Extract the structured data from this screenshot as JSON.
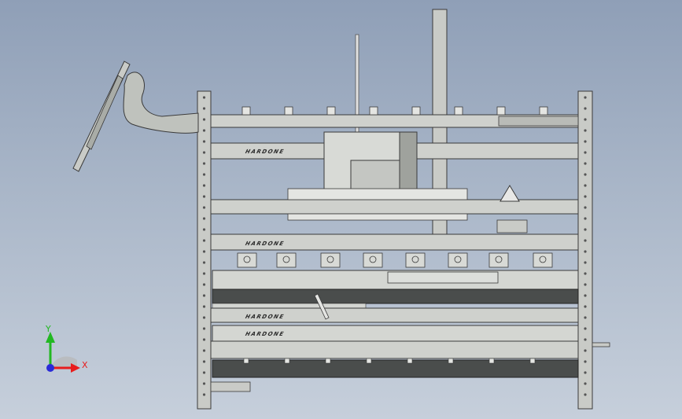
{
  "model": {
    "brand_labels": [
      "HARDONE",
      "HARDONE",
      "HARDONE",
      "HARDONE"
    ]
  },
  "triad": {
    "x_label": "X",
    "y_label": "Y",
    "x_color": "#e81c1c",
    "y_color": "#22b822",
    "z_color": "#2a2ad8"
  },
  "colors": {
    "frame": "#c9cbc7",
    "frame_edge": "#3a3a3a",
    "dark_belt": "#4a4d4c"
  }
}
